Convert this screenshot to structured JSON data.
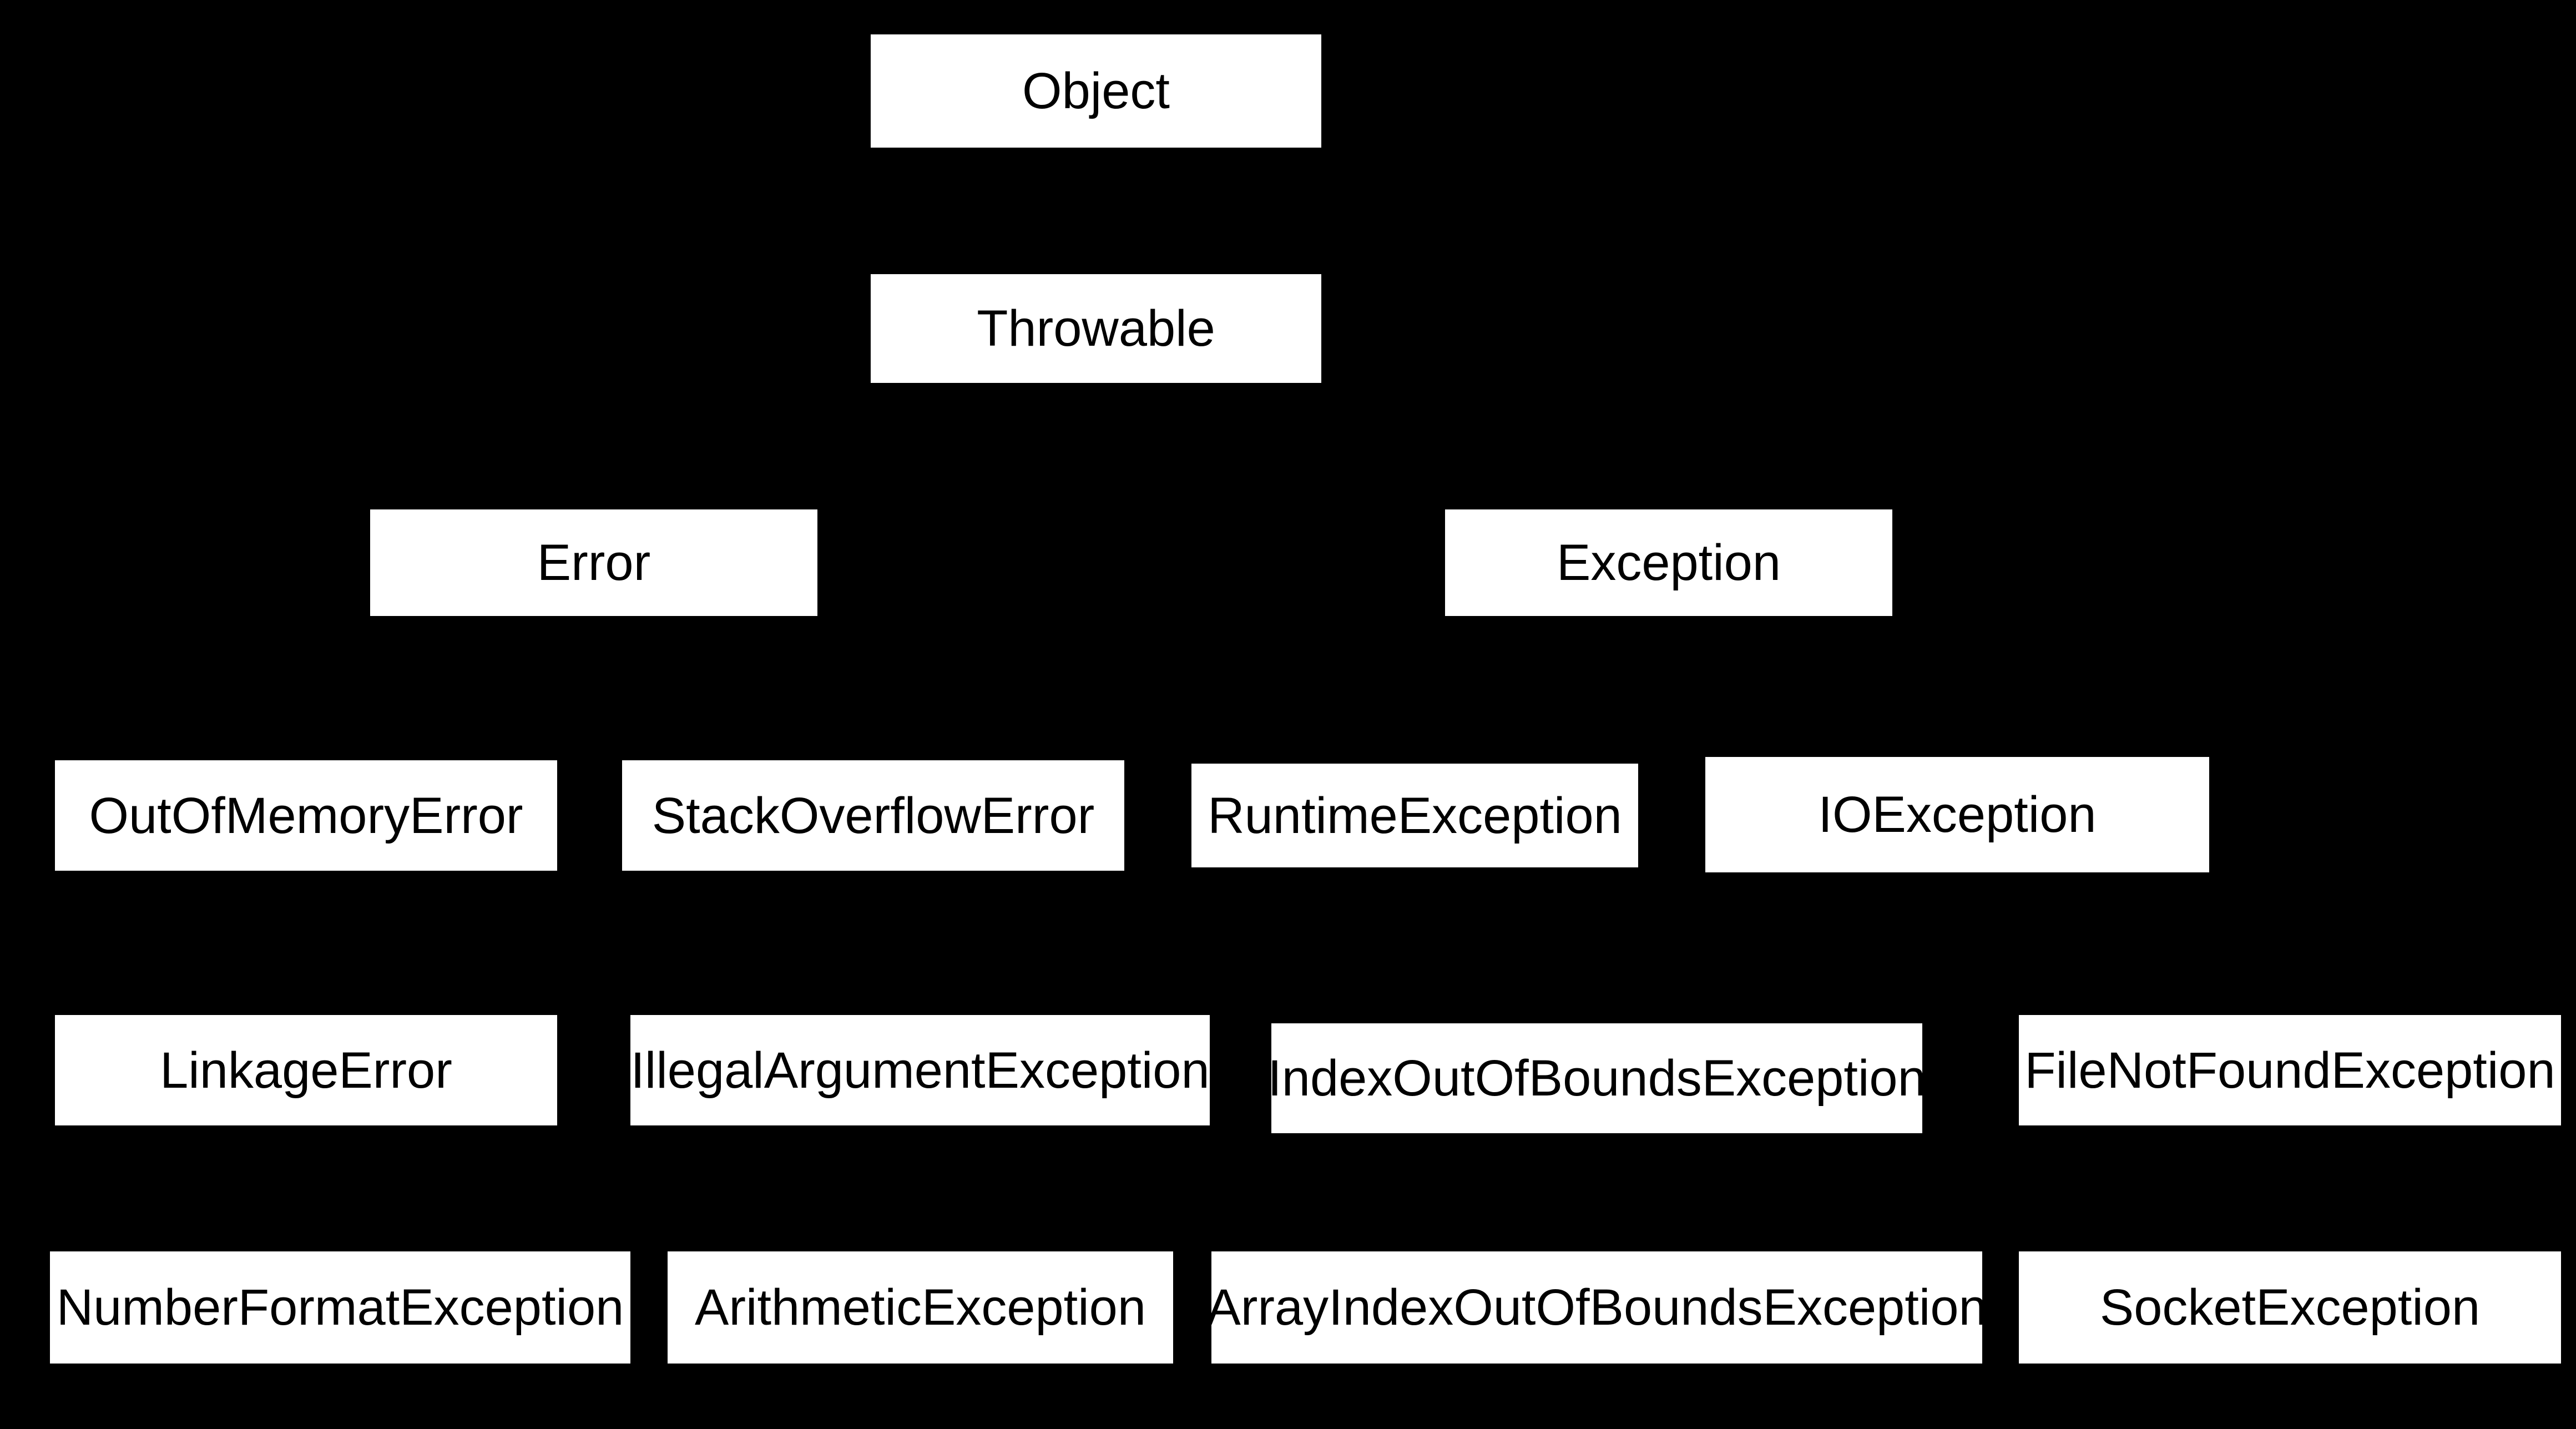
{
  "diagram": {
    "type": "class-hierarchy-tree",
    "colors": {
      "background": "#000000",
      "node_fill": "#ffffff",
      "node_text": "#000000"
    },
    "nodes": {
      "object": {
        "label": "Object"
      },
      "throwable": {
        "label": "Throwable"
      },
      "error": {
        "label": "Error"
      },
      "exception": {
        "label": "Exception"
      },
      "out_of_memory_error": {
        "label": "OutOfMemoryError"
      },
      "stack_overflow_error": {
        "label": "StackOverflowError"
      },
      "runtime_exception": {
        "label": "RuntimeException"
      },
      "io_exception": {
        "label": "IOException"
      },
      "linkage_error": {
        "label": "LinkageError"
      },
      "illegal_argument_exception": {
        "label": "IllegalArgumentException"
      },
      "index_out_of_bounds_exception": {
        "label": "IndexOutOfBoundsException"
      },
      "file_not_found_exception": {
        "label": "FileNotFoundException"
      },
      "number_format_exception": {
        "label": "NumberFormatException"
      },
      "arithmetic_exception": {
        "label": "ArithmeticException"
      },
      "array_index_out_of_bounds_exception": {
        "label": "ArrayIndexOutOfBoundsException"
      },
      "socket_exception": {
        "label": "SocketException"
      }
    }
  }
}
